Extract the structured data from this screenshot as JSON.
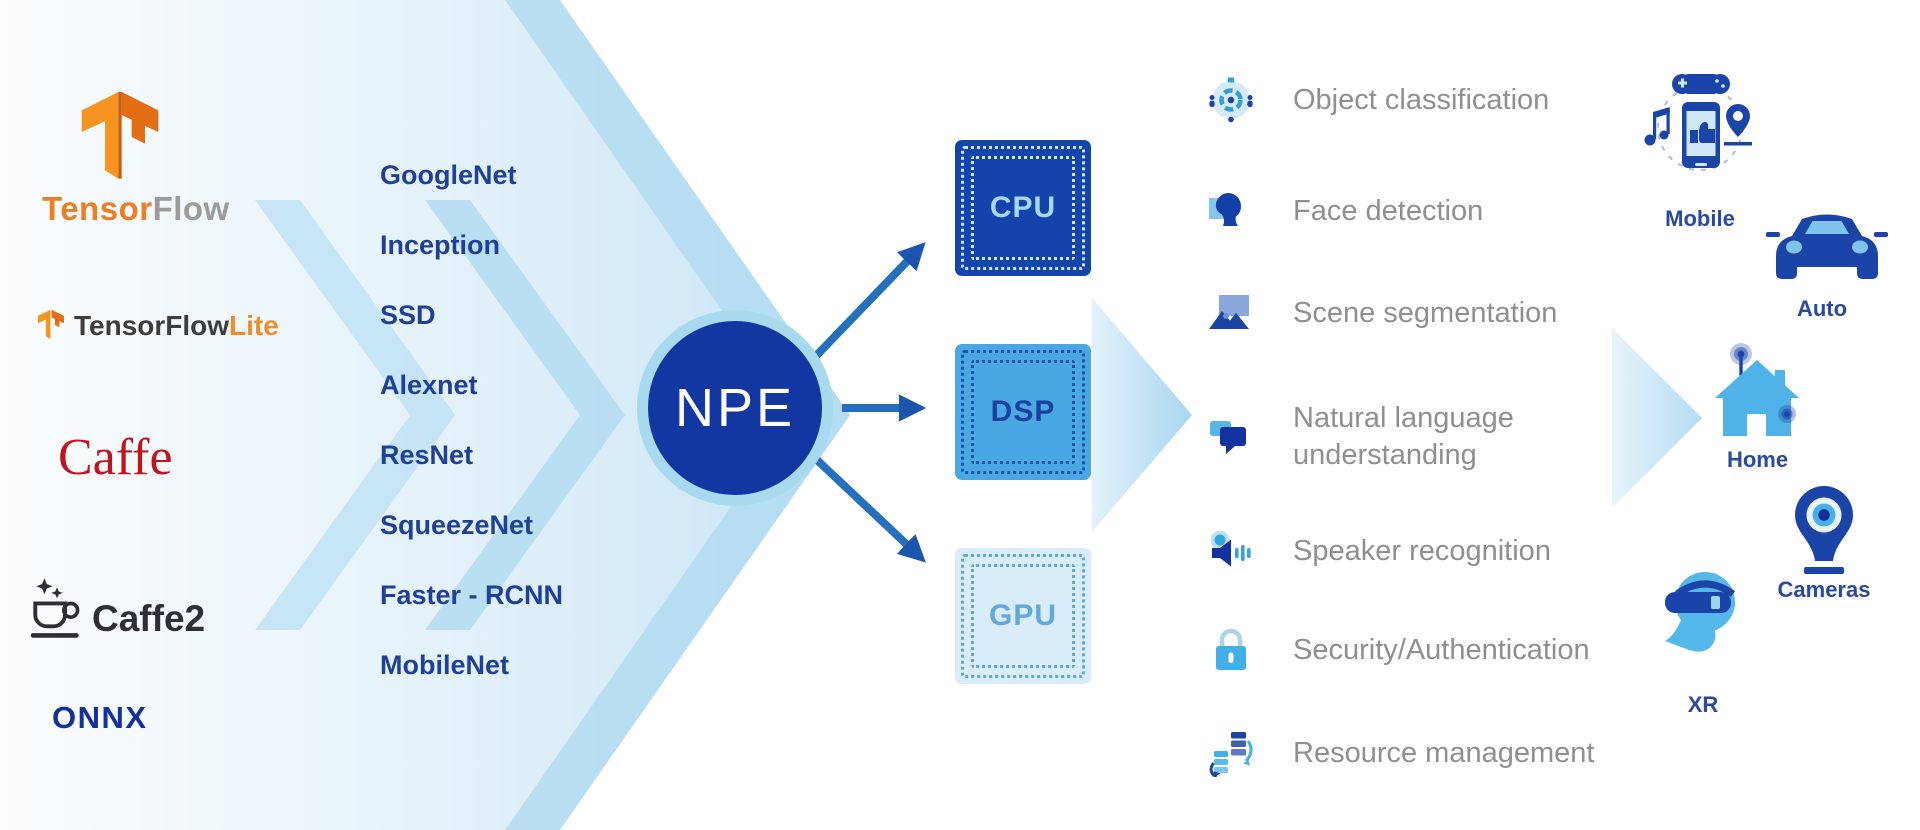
{
  "frameworks": {
    "tensorflow": {
      "part1": "Tensor",
      "part2": "Flow",
      "icon": "tensorflow-logo-icon"
    },
    "tensorflow_lite": {
      "part1": "TensorFlow",
      "part2": "Lite",
      "icon": "tensorflow-lite-logo-icon"
    },
    "caffe": {
      "label": "Caffe"
    },
    "caffe2": {
      "label": "Caffe2",
      "icon": "coffee-cup-icon"
    },
    "onnx": {
      "label": "ONNX"
    }
  },
  "models": [
    "GoogleNet",
    "Inception",
    "SSD",
    "Alexnet",
    "ResNet",
    "SqueezeNet",
    "Faster - RCNN",
    "MobileNet"
  ],
  "npe": {
    "label": "NPE"
  },
  "processors": {
    "cpu": "CPU",
    "dsp": "DSP",
    "gpu": "GPU"
  },
  "use_cases": [
    {
      "label": "Object classification",
      "icon": "object-classification-icon"
    },
    {
      "label": "Face detection",
      "icon": "face-detection-icon"
    },
    {
      "label": "Scene segmentation",
      "icon": "scene-segmentation-icon"
    },
    {
      "label": "Natural language understanding",
      "icon": "speech-bubbles-icon"
    },
    {
      "label": "Speaker recognition",
      "icon": "speaker-icon"
    },
    {
      "label": "Security/Authentication",
      "icon": "padlock-icon"
    },
    {
      "label": "Resource management",
      "icon": "resource-sync-icon"
    }
  ],
  "devices": [
    {
      "label": "Mobile",
      "icon": "mobile-phone-icon"
    },
    {
      "label": "Auto",
      "icon": "car-icon"
    },
    {
      "label": "Home",
      "icon": "smart-home-icon"
    },
    {
      "label": "Cameras",
      "icon": "security-camera-icon"
    },
    {
      "label": "XR",
      "icon": "vr-headset-icon"
    }
  ],
  "colors": {
    "npe_circle": "#1237a0",
    "npe_ring": "#a8d9ee",
    "cpu_chip": "#1244ac",
    "dsp_chip": "#49a8e4",
    "gpu_chip": "#d9ecf9",
    "arrow_blue": "#2368b8",
    "model_text": "#1e4098",
    "use_case_text": "#8f8f8f",
    "device_label_text": "#2a4a9b",
    "tensorflow_orange": "#ee7e23",
    "tensorflow_gray": "#9b9b9b",
    "caffe_red": "#c2131c",
    "onnx_blue": "#12309e",
    "chevron_light_blue": "#c7e4f5"
  }
}
